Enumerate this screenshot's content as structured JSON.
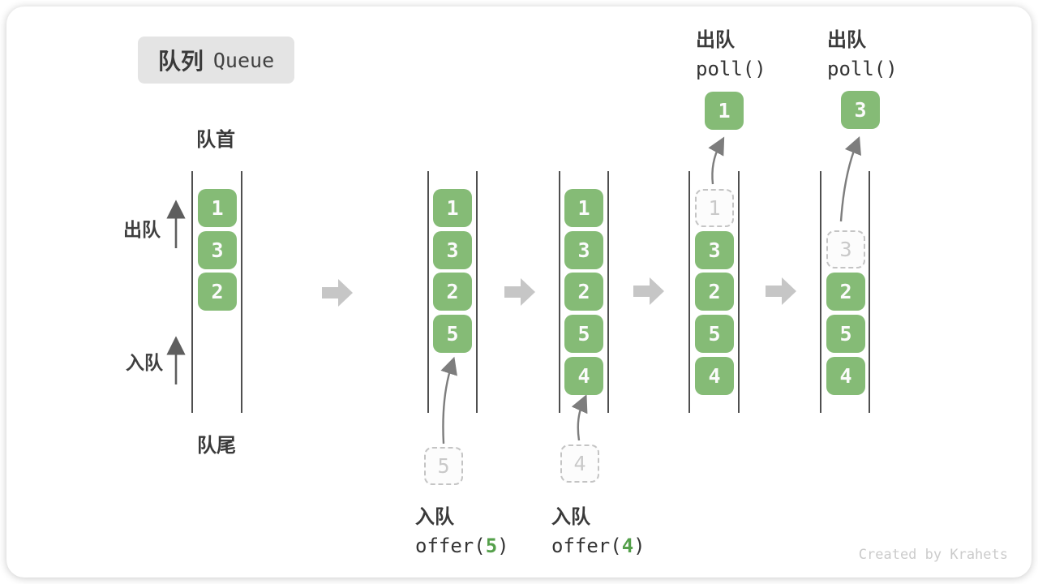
{
  "title": {
    "zh": "队列",
    "en": "Queue"
  },
  "side_labels": {
    "front": "队首",
    "rear": "队尾",
    "dequeue": "出队",
    "enqueue": "入队"
  },
  "credit": "Created by Krahets",
  "colors": {
    "cell_green": "#85bb76",
    "code_arg_green": "#55a04b",
    "flow_arrow_gray": "#c6c6c6",
    "curve_arrow_gray": "#7d7d7d",
    "channel_line": "#4f4f4f",
    "title_bg": "#e4e4e4",
    "text_dark": "#3a3a3a",
    "ghost_gray": "#c9c9c9"
  },
  "stages": [
    {
      "cells": [
        "1",
        "3",
        "2"
      ]
    },
    {
      "cells": [
        "1",
        "3",
        "2",
        "5"
      ],
      "incoming": "5",
      "op": {
        "label": "入队",
        "fn": "offer(",
        "arg": "5",
        "close": ")"
      }
    },
    {
      "cells": [
        "1",
        "3",
        "2",
        "5",
        "4"
      ],
      "incoming": "4",
      "op": {
        "label": "入队",
        "fn": "offer(",
        "arg": "4",
        "close": ")"
      }
    },
    {
      "ghost": "1",
      "cells": [
        "3",
        "2",
        "5",
        "4"
      ],
      "popped": "1",
      "op": {
        "label": "出队",
        "fn": "poll()"
      }
    },
    {
      "ghost": "3",
      "cells": [
        "2",
        "5",
        "4"
      ],
      "popped": "3",
      "op": {
        "label": "出队",
        "fn": "poll()"
      }
    }
  ]
}
